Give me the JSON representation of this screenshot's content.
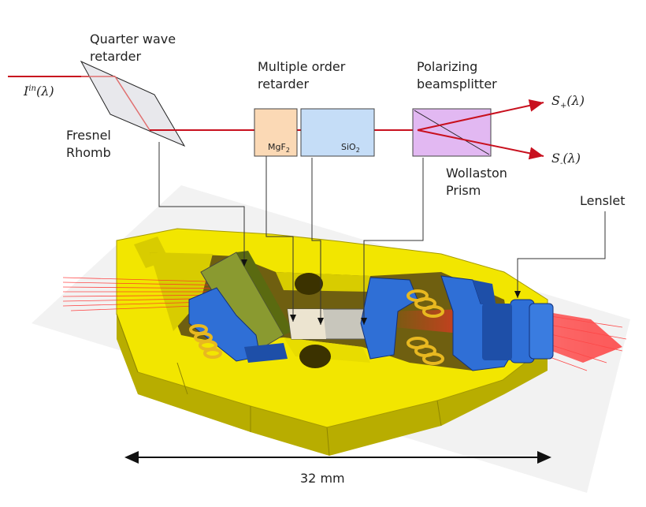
{
  "labels": {
    "quarter_wave_l1": "Quarter wave",
    "quarter_wave_l2": "retarder",
    "fresnel_l1": "Fresnel",
    "fresnel_l2": "Rhomb",
    "multiple_order_l1": "Multiple order",
    "multiple_order_l2": "retarder",
    "polarizing_l1": "Polarizing",
    "polarizing_l2": "beamsplitter",
    "wollaston_l1": "Wollaston",
    "wollaston_l2": "Prism",
    "lenslet": "Lenslet",
    "scale": "32 mm"
  },
  "components": {
    "mgf2_main": "MgF",
    "mgf2_sub": "2",
    "sio2_main": "SiO",
    "sio2_sub": "2"
  },
  "beams": {
    "input_base": "I",
    "input_sup": "in",
    "input_arg": "(λ)",
    "s_plus_base": "S",
    "s_plus_sub": "+",
    "s_plus_arg": "(λ)",
    "s_minus_base": "S",
    "s_minus_sub": "-",
    "s_minus_arg": "(λ)"
  },
  "colors": {
    "beam": "#c8101e",
    "housing_yellow": "#f2e600",
    "housing_shadow": "#b8ad00",
    "mount_blue": "#2f6fd6",
    "spring_gold": "#e8b820",
    "mgf2_fill": "#fbd9b5",
    "sio2_fill": "#c5ddf7",
    "prism_fill": "#e2b8f2",
    "rhomb_fill": "#e8e8ec"
  },
  "icons": [
    "double-arrow-icon",
    "arrow-head-icon"
  ]
}
